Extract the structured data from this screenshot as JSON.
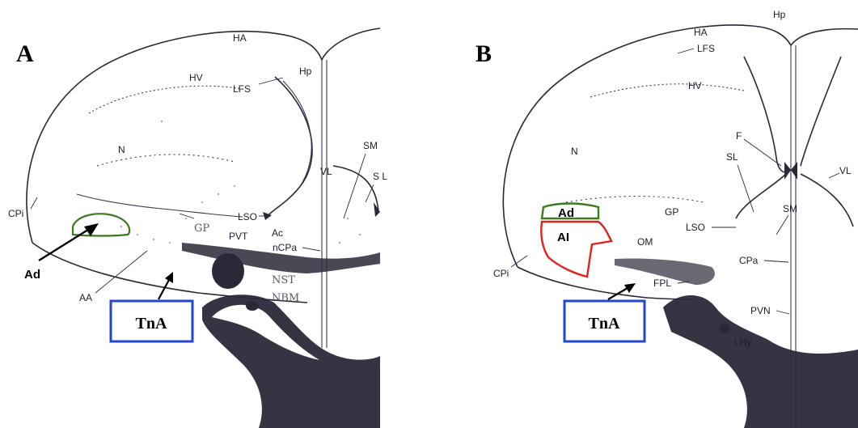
{
  "panels": [
    {
      "letter": "A",
      "labels": {
        "HA": "HA",
        "HV": "HV",
        "LFS": "LFS",
        "Hp": "Hp",
        "N": "N",
        "SM": "SM",
        "VL": "VL",
        "SL": "S L",
        "CPi": "CPi",
        "GP": "GP",
        "LSO": "LSO",
        "Ac": "Ac",
        "PVT": "PVT",
        "nCPa": "nCPa",
        "NST": "NST",
        "NBM": "NBM",
        "AA": "AA"
      },
      "regions": {
        "Ad": "Ad"
      },
      "callout": "TnA",
      "pointer_label": "Ad"
    },
    {
      "letter": "B",
      "labels": {
        "Hp": "Hp",
        "HA": "HA",
        "LFS": "LFS",
        "HV": "HV",
        "N": "N",
        "F": "F",
        "SL": "SL",
        "VL": "VL",
        "GP": "GP",
        "SM": "SM",
        "LSO": "LSO",
        "OM": "OM",
        "CPa": "CPa",
        "CPi": "CPi",
        "FPL": "FPL",
        "PVN": "PVN",
        "LHy": "LHy"
      },
      "regions": {
        "Ad": "Ad",
        "AI": "AI"
      },
      "callout": "TnA"
    }
  ],
  "colors": {
    "region_ad_outline": "#3c7a22",
    "region_ai_outline": "#e32020",
    "callout_border": "#2346d0"
  }
}
